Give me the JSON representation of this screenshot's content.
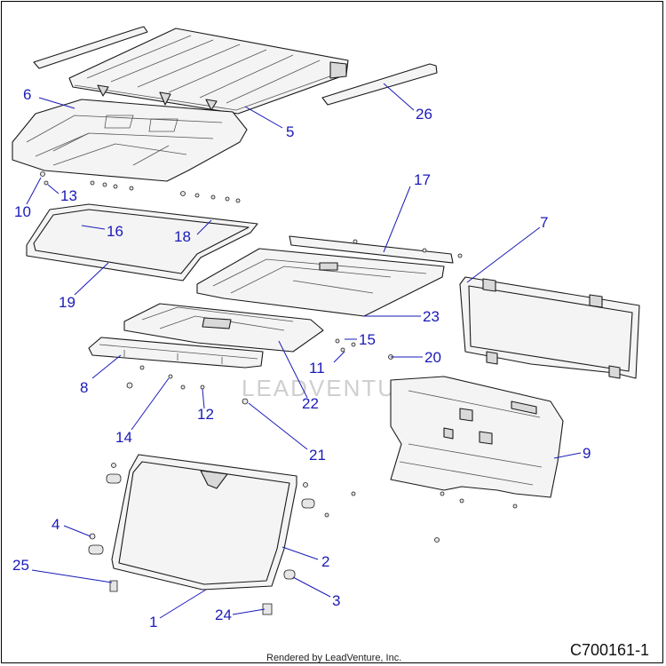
{
  "diagram": {
    "callouts": [
      {
        "id": "c1",
        "label": "1"
      },
      {
        "id": "c2",
        "label": "2"
      },
      {
        "id": "c3",
        "label": "3"
      },
      {
        "id": "c4",
        "label": "4"
      },
      {
        "id": "c5",
        "label": "5"
      },
      {
        "id": "c6",
        "label": "6"
      },
      {
        "id": "c7",
        "label": "7"
      },
      {
        "id": "c8",
        "label": "8"
      },
      {
        "id": "c9",
        "label": "9"
      },
      {
        "id": "c10",
        "label": "10"
      },
      {
        "id": "c11",
        "label": "11"
      },
      {
        "id": "c12",
        "label": "12"
      },
      {
        "id": "c13",
        "label": "13"
      },
      {
        "id": "c14",
        "label": "14"
      },
      {
        "id": "c15",
        "label": "15"
      },
      {
        "id": "c16",
        "label": "16"
      },
      {
        "id": "c17",
        "label": "17"
      },
      {
        "id": "c18",
        "label": "18"
      },
      {
        "id": "c19",
        "label": "19"
      },
      {
        "id": "c20",
        "label": "20"
      },
      {
        "id": "c21",
        "label": "21"
      },
      {
        "id": "c22",
        "label": "22"
      },
      {
        "id": "c23",
        "label": "23"
      },
      {
        "id": "c24",
        "label": "24"
      },
      {
        "id": "c25",
        "label": "25"
      },
      {
        "id": "c26",
        "label": "26"
      }
    ],
    "watermark": "LEADVENTURE",
    "callout_color": "#1a1ab8"
  },
  "footer": {
    "credit": "Rendered by LeadVenture, Inc.",
    "diagram_code": "C700161-1"
  }
}
